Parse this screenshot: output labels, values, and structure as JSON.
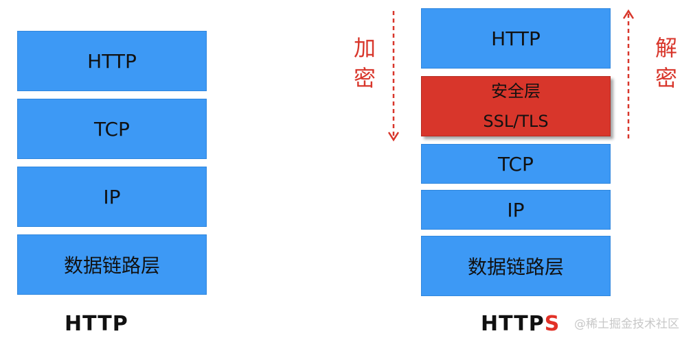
{
  "http_stack": {
    "layers": [
      "HTTP",
      "TCP",
      "IP",
      "数据链路层"
    ],
    "caption": "HTTP"
  },
  "https_stack": {
    "layers": [
      "HTTP",
      "TCP",
      "IP",
      "数据链路层"
    ],
    "security_layer": {
      "line1": "安全层",
      "line2": "SSL/TLS"
    },
    "caption_main": "HTTP",
    "caption_accent": "S"
  },
  "encrypt_label": {
    "char1": "加",
    "char2": "密"
  },
  "decrypt_label": {
    "char1": "解",
    "char2": "密"
  },
  "watermark": "@稀土掘金技术社区",
  "colors": {
    "layer_blue": "#3d99f5",
    "security_red": "#d8362b",
    "accent_red": "#e23127"
  }
}
